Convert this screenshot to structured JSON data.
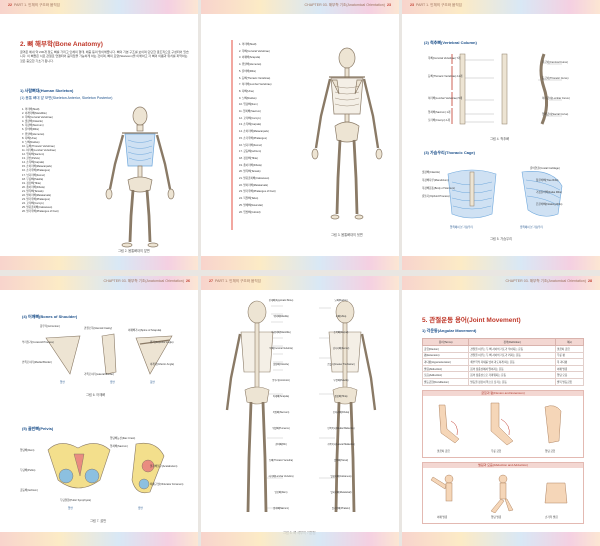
{
  "pages": {
    "p1": {
      "header": {
        "num": "22",
        "part": "PART 1. 인체의 구조와 움직임"
      },
      "section": "2. 뼈 해부학(Bone Anatomy)",
      "para": "골격은 체내 약 206개 정도 뼈를 가리고 인체의 형태, 체중 등의 맞이해줍니다. 뼈의 기본 구조를 보이며 단단한 골조직으로 구성되어 있습니다. 이 뼈들은 서로 관절로 연결되어 움직임을 가능하게 하는 것이며, 뼈의 모양(Skeleton)을 이해하고 각 뼈의 이름과 위치를 파악하는 것은 중요한 기초가 됩니다.",
      "subhead": "1) 사람뼈대(Human Skeleton)",
      "subhead2": "(1) 몸통 뼈대 앞 모면(Skeleton Anterior, Skeleton Posterior)",
      "list": [
        "1. 머리뼈(Skull)",
        "2. 아래턱뼈(Mandible)",
        "3. 목뼈(Cervical Vertebrae)",
        "4. 빗장뼈(Clavicle)",
        "5. 복장뼈(Sternum)",
        "6. 갈비뼈(Ribs)",
        "7. 위팔뼈(Humerus)",
        "8. 자뼈(Ulna)",
        "9. 노뼈(Radius)",
        "10. 등뼈(Thoracic Vertebrae)",
        "11. 허리뼈(Lumbar Vertebrae)",
        "12. 엉치뼈(Sacrum)",
        "13. 골반(Pelvis)",
        "14. 손목뼈(Carpals)",
        "15. 손허리뼈(Metacarpals)",
        "16. 손가락뼈(Phalanges)",
        "17. 넙다리뼈(Femur)",
        "18. 무릎뼈(Patella)",
        "19. 정강뼈(Tibia)",
        "20. 종아리뼈(Fibula)",
        "21. 발목뼈(Tarsals)",
        "22. 발허리뼈(Metatarsals)",
        "23. 발가락뼈(Phalanges)",
        "24. 꼬리뼈(Coccyx)",
        "25. 발뒤꿈치뼈(Calcaneus)",
        "26. 발가락뼈(Phalanges of Foot)"
      ],
      "caption": "그림 2. 몸통뼈대의 앞면"
    },
    "p2": {
      "header": {
        "num": "23",
        "chapter": "CHAPTER 03. 해부학 기초(Anatomical Orientation)"
      },
      "list": [
        "1. 머리뼈(Skull)",
        "2. 목뼈(Cervical Vertebrae)",
        "3. 어깨뼈(Scapula)",
        "4. 위팔뼈(Humerus)",
        "5. 갈비뼈(Ribs)",
        "6. 등뼈(Thoracic Vertebrae)",
        "7. 허리뼈(Lumbar Vertebrae)",
        "8. 자뼈(Ulna)",
        "9. 노뼈(Radius)",
        "10. 엉덩뼈(Ilium)",
        "11. 엉치뼈(Sacrum)",
        "12. 꼬리뼈(Coccyx)",
        "13. 손목뼈(Carpals)",
        "14. 손허리뼈(Metacarpals)",
        "15. 손가락뼈(Phalanges)",
        "16. 넙다리뼈(Femur)",
        "17. 궁둥뼈(Ischium)",
        "18. 정강뼈(Tibia)",
        "19. 종아리뼈(Fibula)",
        "20. 발목뼈(Tarsals)",
        "21. 발뒤꿈치뼈(Calcaneus)",
        "22. 발허리뼈(Metatarsals)",
        "23. 발가락뼈(Phalanges of Foot)",
        "24. 목말뼈(Talus)",
        "25. 발배뼈(Navicular)",
        "26. 입방뼈(Cuboid)"
      ],
      "caption": "그림 3. 몸통뼈대의 뒷면"
    },
    "p3": {
      "header": {
        "num": "23",
        "part": "PART 1. 인체의 구조와 움직임"
      },
      "sub1": "(2) 척추뼈(Vertebral Column)",
      "labels1": [
        "목뼈(Cervical Vertebrae) 7개",
        "등뼈(Thoracic Vertebrae) 12개",
        "허리뼈(Lumbar Vertebrae) 5개",
        "엉치뼈(Sacrum) 1개",
        "꼬리뼈(Coccyx) 1개",
        "목굽이(Cervical Curve)",
        "등굽이(Thoracic Curve)",
        "허리굽이(Lumbar Curve)",
        "엉치굽이(Sacral Curve)"
      ],
      "cap1": "그림 4. 척추뼈",
      "sub2": "(3) 가슴우리(Thoracic Cage)",
      "labels2": [
        "빗장뼈(Clavicle)",
        "복장뼈자루(Manubrium)",
        "복장뼈몸통(Body of Sternum)",
        "칼돌기(Xiphoid Process)",
        "갈비연골(Costal Cartilage)",
        "참갈비뼈(True Ribs)",
        "거짓갈비뼈(False Ribs)",
        "뜬갈비뼈(Floating Ribs)"
      ],
      "subcap1": "앞쪽에서 본 가슴우리",
      "subcap2": "옆쪽에서 본 가슴우리",
      "cap2": "그림 5. 가슴우리"
    },
    "p4": {
      "header": {
        "num": "26",
        "chapter": "CHAPTER 03. 해부학 기초(Anatomical Orientation)"
      },
      "sub1": "(4) 어깨뼈(Bones of Shoulder)",
      "labels1": [
        "봉우리(Acromion)",
        "부리돌기(Coracoid Process)",
        "어깨뼈가시(Spine of Scapula)",
        "관절오목(Glenoid Cavity)",
        "위각(Superior Angle)",
        "아래각(Inferior Angle)",
        "안쪽모서리(Medial Border)",
        "가쪽모서리(Lateral Border)"
      ],
      "subcaps": [
        "앞면",
        "옆면",
        "뒷면"
      ],
      "cap1": "그림 6. 어깨뼈",
      "sub2": "(5) 골반뼈(Pelvis)",
      "labels2": [
        "엉덩뼈능선(Iliac Crest)",
        "엉치뼈(Sacrum)",
        "엉덩뼈(Ilium)",
        "두덩뼈(Pubis)",
        "궁둥뼈(Ischium)",
        "볼기뼈절구(Acetabulum)",
        "폐쇄구멍(Obturator Foramen)",
        "두덩결합(Pubic Symphysis)"
      ],
      "subcaps2": [
        "앞면",
        "옆면"
      ],
      "cap2": "그림 7. 골반"
    },
    "p5": {
      "header": {
        "num": "27",
        "part": "PART 1. 인체의 구조와 움직임"
      },
      "labels": [
        "광대뼈(Zygomatic Bone)",
        "위턱뼈(Maxilla)",
        "아래턱뼈(Mandible)",
        "목뼈(Cervical Vertebra)",
        "빗장뼈(Clavicle)",
        "봉우리(Acromion)",
        "어깨뼈(Scapula)",
        "복장뼈(Sternum)",
        "위팔뼈(Humerus)",
        "갈비뼈(Rib)",
        "등뼈(Thoracic Vertebra)",
        "허리뼈(Lumbar Vertebra)",
        "엉덩뼈(Ilium)",
        "엉치뼈(Sacrum)",
        "노뼈(Radius)",
        "자뼈(Ulna)",
        "손목뼈(Carpal)",
        "넙다리뼈(Femur)",
        "큰돌기(Greater Trochanter)",
        "무릎뼈(Patella)",
        "정강뼈(Tibia)",
        "종아리뼈(Fibula)",
        "안쪽복사(Medial Malleolus)",
        "가쪽복사(Lateral Malleolus)",
        "발목뼈(Tarsal)",
        "발꿈치뼈(Calcaneus)",
        "발허리뼈(Metatarsal)",
        "발가락뼈(Phalanx)"
      ],
      "cap": "그림 8. 뼈 세부의 기본점"
    },
    "p6": {
      "header": {
        "num": "28",
        "chapter": "CHAPTER 03. 해부학 기초(Anatomical Orientation)"
      },
      "section": "5. 관절운동 용어(Joint Movement)",
      "sub": "1) 각운동(Angular Movement)",
      "table": {
        "headers": [
          "용어(Terms)",
          "정의(Definition)",
          "예시"
        ],
        "rows": [
          [
            "굽힘(Flexion)",
            "관절을 이루는 두 뼈 사이의 각도가 작아지는 운동",
            "팔꿈치 굽힘"
          ],
          [
            "폄(Extension)",
            "관절을 이루는 두 뼈 사이의 각도가 커지는 운동",
            "무릎 폄"
          ],
          [
            "과다폄(Hyperextension)",
            "해부학적 자세를 넘어 과도하게 펴는 운동",
            "목 과다폄"
          ],
          [
            "벌림(Abduction)",
            "몸의 정중선에서 멀어지는 운동",
            "어깨 벌림"
          ],
          [
            "모음(Adduction)",
            "몸의 정중선으로 가까워지는 운동",
            "엉덩 모음"
          ],
          [
            "발등굽힘(Dorsiflexion)",
            "발등을 정강이 쪽으로 당기는 운동",
            "발목 발등굽힘"
          ]
        ]
      },
      "box1": {
        "title": "굽힘과 폄(Flexion and Extension)",
        "items": [
          "팔꿈치 굽힘",
          "무릎 굽힘",
          "엉덩 굽힘"
        ]
      },
      "box2": {
        "title": "벌림과 모음(Abduction and Adduction)",
        "items": [
          "어깨 벌림",
          "엉덩 벌림",
          "손가락 벌림"
        ]
      }
    }
  },
  "colors": {
    "accent": "#c0392b",
    "sub": "#1b4f8a",
    "bone": "#ede4d3",
    "bone_stroke": "#8a7a66",
    "ribs": "#6fa8dc"
  }
}
